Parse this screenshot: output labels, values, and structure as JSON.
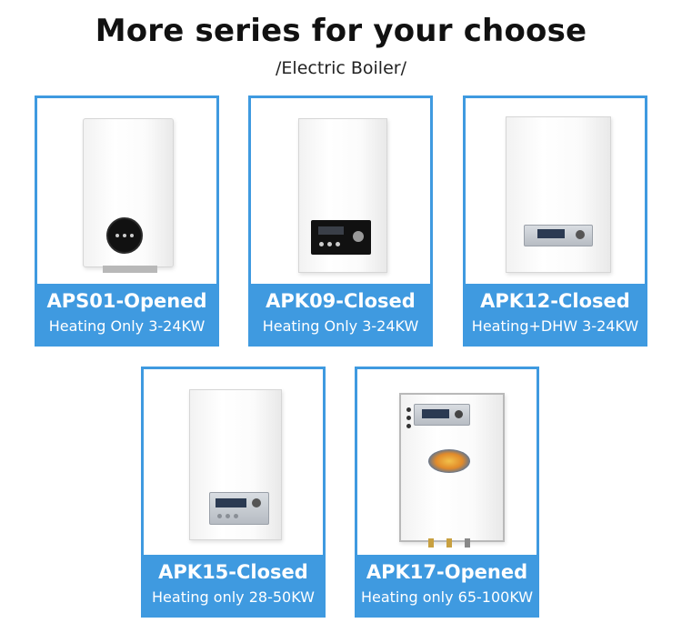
{
  "header": {
    "title": "More series for your choose",
    "subtitle": "/Electric Boiler/"
  },
  "products": [
    {
      "model": "APS01-Opened",
      "spec": "Heating Only 3-24KW"
    },
    {
      "model": "APK09-Closed",
      "spec": "Heating Only 3-24KW"
    },
    {
      "model": "APK12-Closed",
      "spec": "Heating+DHW  3-24KW"
    },
    {
      "model": "APK15-Closed",
      "spec": "Heating only 28-50KW"
    },
    {
      "model": "APK17-Opened",
      "spec": "Heating only 65-100KW"
    }
  ],
  "colors": {
    "accent": "#3f9ae0",
    "title": "#111111"
  }
}
